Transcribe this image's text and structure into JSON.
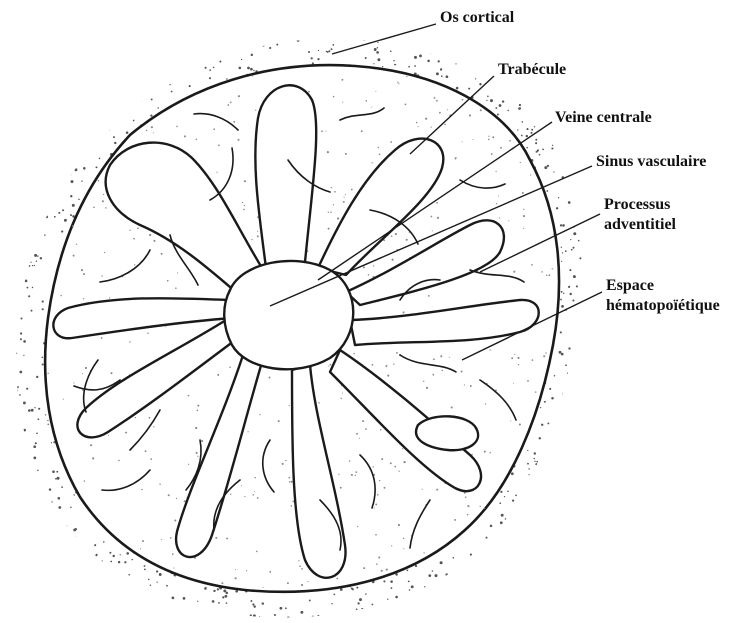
{
  "labels": {
    "os_cortical": "Os cortical",
    "trabecule": "Trabécule",
    "veine_centrale": "Veine centrale",
    "sinus_vasculaire": "Sinus vasculaire",
    "processus_line1": "Processus",
    "processus_line2": "adventitiel",
    "espace_line1": "Espace",
    "espace_line2": "hématopoïétique"
  },
  "colors": {
    "ink": "#1a1a1a",
    "cortex_speckle": "#555555",
    "marrow_dot": "#8a8a8a",
    "background": "#ffffff"
  }
}
